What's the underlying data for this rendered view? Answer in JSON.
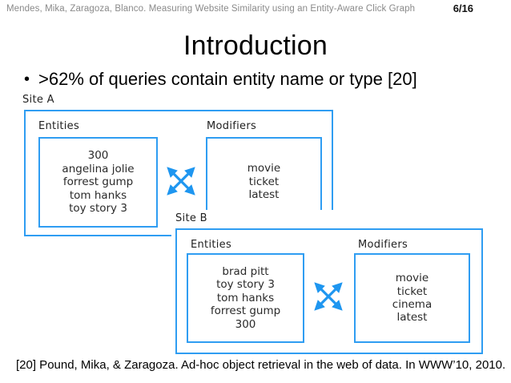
{
  "header": {
    "citation": "Mendes, Mika, Zaragoza, Blanco. Measuring Website Similarity using an Entity-Aware Click Graph",
    "page_number": "6/16"
  },
  "title": "Introduction",
  "bullet": {
    "marker": "•",
    "text": ">62% of queries contain entity name or type [20]"
  },
  "diagram": {
    "colors": {
      "box_border": "#2f9df2",
      "arrow": "#1e96f0"
    },
    "site_a": {
      "label": "Site A",
      "entities_label": "Entities",
      "modifiers_label": "Modifiers",
      "entities": [
        "300",
        "angelina jolie",
        "forrest gump",
        "tom hanks",
        "toy story 3"
      ],
      "modifiers": [
        "movie",
        "ticket",
        "latest"
      ]
    },
    "site_b": {
      "label": "Site B",
      "entities_label": "Entities",
      "modifiers_label": "Modifiers",
      "entities": [
        "brad pitt",
        "toy story 3",
        "tom hanks",
        "forrest gump",
        "300"
      ],
      "modifiers": [
        "movie",
        "ticket",
        "cinema",
        "latest"
      ]
    }
  },
  "footer": "[20] Pound, Mika, & Zaragoza. Ad-hoc object retrieval in the web of data. In WWW’10, 2010."
}
